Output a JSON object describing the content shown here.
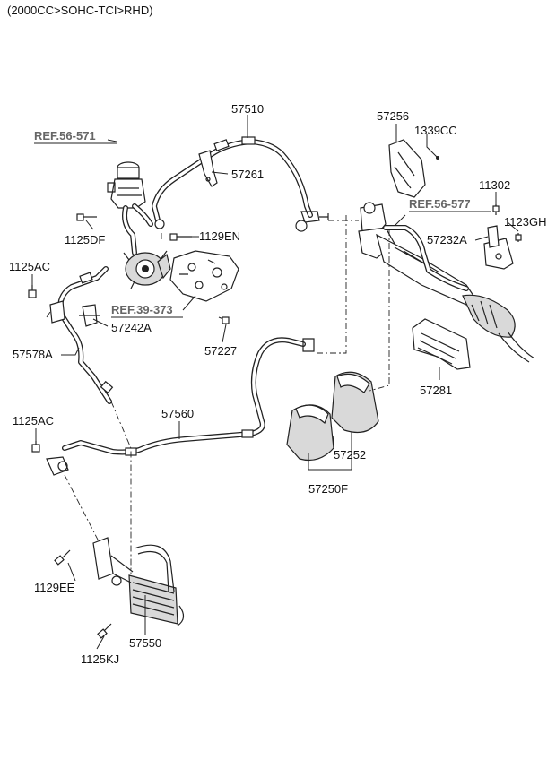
{
  "header": {
    "variant": "(2000CC>SOHC-TCI>RHD)"
  },
  "references": {
    "ref_56_571": "REF.56-571",
    "ref_56_577": "REF.56-577",
    "ref_39_373": "REF.39-373"
  },
  "parts": {
    "p57510": "57510",
    "p57256": "57256",
    "p1339CC": "1339CC",
    "p57261": "57261",
    "p11302": "11302",
    "p1123GH": "1123GH",
    "p1125DF": "1125DF",
    "p1129EN": "1129EN",
    "p57232A": "57232A",
    "p1125AC_top": "1125AC",
    "p57242A": "57242A",
    "p57227": "57227",
    "p57578A": "57578A",
    "p57281": "57281",
    "p1125AC_bottom": "1125AC",
    "p57560": "57560",
    "p57252": "57252",
    "p57250F": "57250F",
    "p1129EE": "1129EE",
    "p57550": "57550",
    "p1125KJ": "1125KJ"
  }
}
